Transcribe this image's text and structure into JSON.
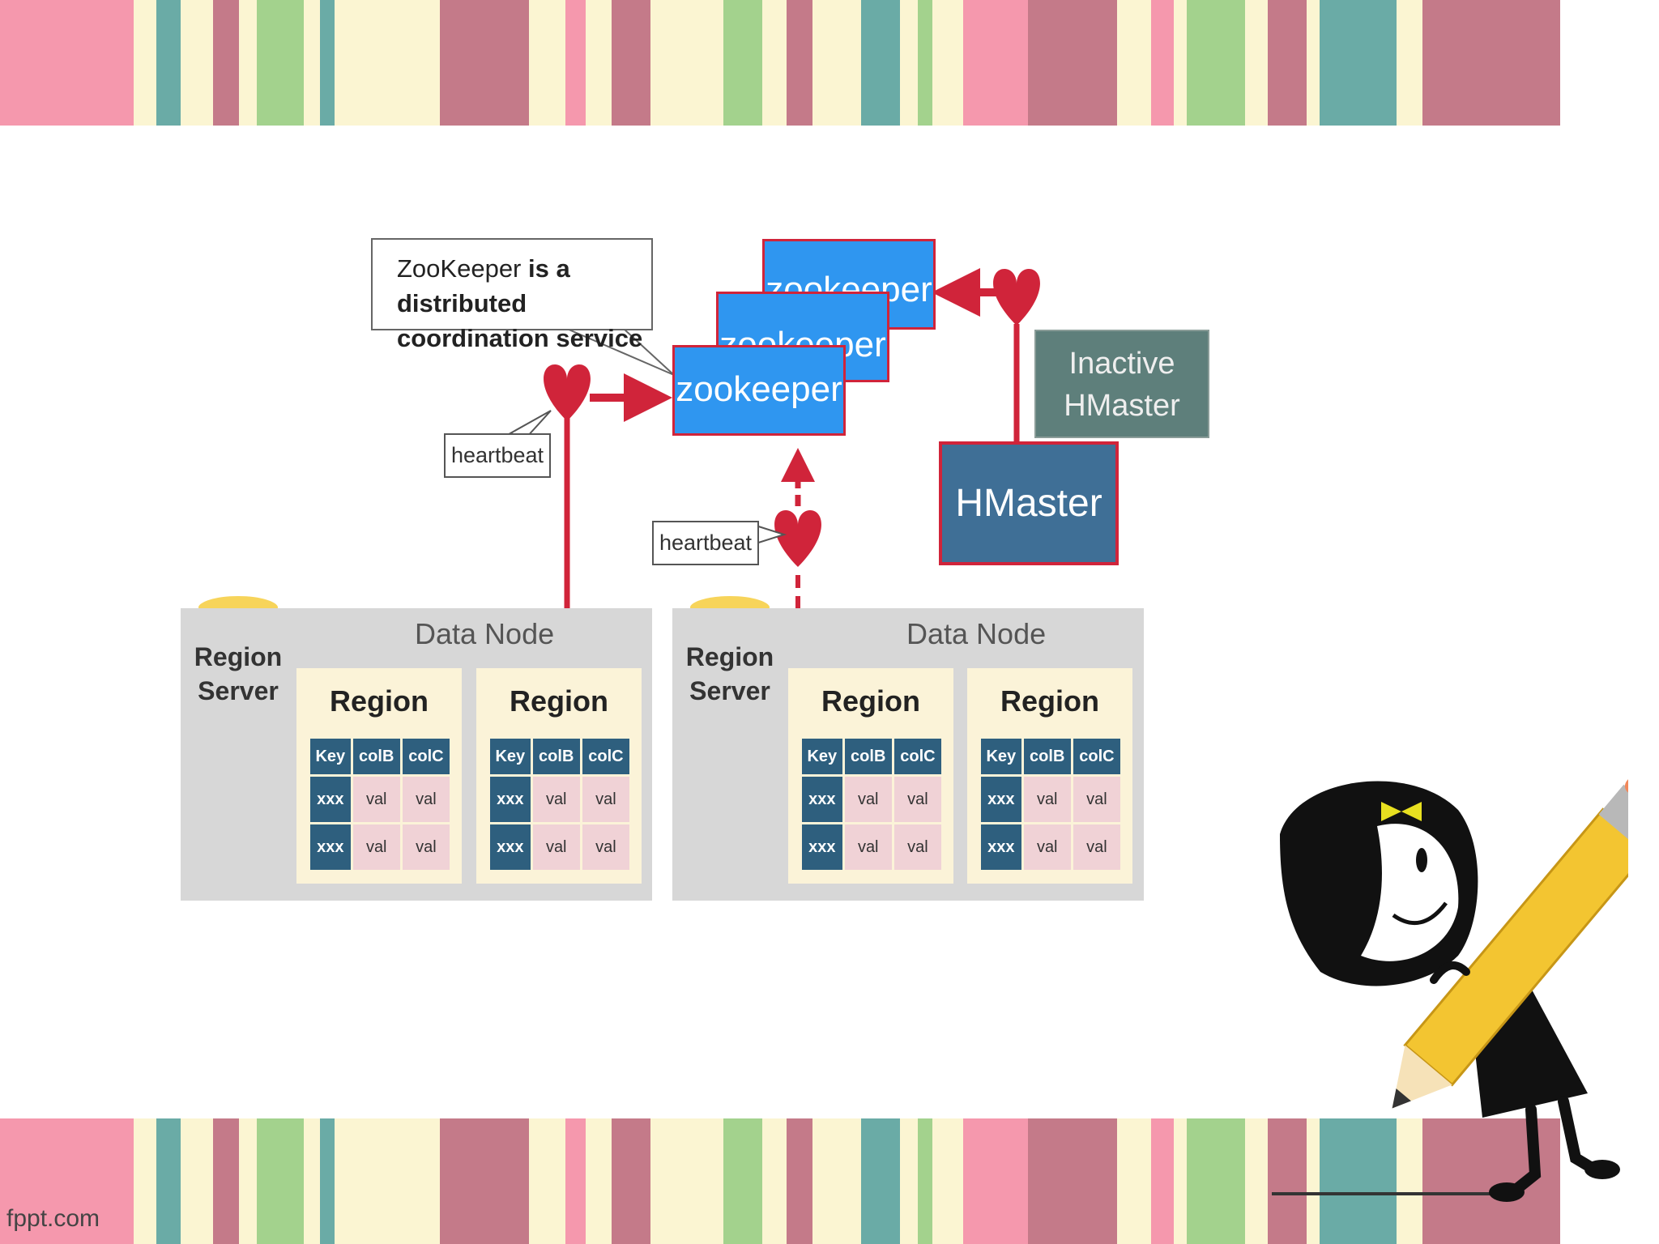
{
  "footer": {
    "credit": "fppt.com"
  },
  "callout": {
    "line1_prefix": "ZooKeeper",
    "line1_suffix": " is a distributed",
    "line2": "coordination service"
  },
  "zookeepers": [
    "zookeeper",
    "zookeeper",
    "zookeeper"
  ],
  "heartbeat_labels": [
    "heartbeat",
    "heartbeat"
  ],
  "inactive_hmaster": {
    "line1": "Inactive",
    "line2": "HMaster"
  },
  "hmaster": {
    "label": "HMaster"
  },
  "data_nodes": [
    {
      "label": "Data Node",
      "region_server": [
        "Region",
        "Server"
      ],
      "regions": [
        {
          "title": "Region",
          "headers": [
            "Key",
            "colB",
            "colC"
          ],
          "rows": [
            [
              "xxx",
              "val",
              "val"
            ],
            [
              "xxx",
              "val",
              "val"
            ]
          ]
        },
        {
          "title": "Region",
          "headers": [
            "Key",
            "colB",
            "colC"
          ],
          "rows": [
            [
              "xxx",
              "val",
              "val"
            ],
            [
              "xxx",
              "val",
              "val"
            ]
          ]
        }
      ]
    },
    {
      "label": "Data Node",
      "region_server": [
        "Region",
        "Server"
      ],
      "regions": [
        {
          "title": "Region",
          "headers": [
            "Key",
            "colB",
            "colC"
          ],
          "rows": [
            [
              "xxx",
              "val",
              "val"
            ],
            [
              "xxx",
              "val",
              "val"
            ]
          ]
        },
        {
          "title": "Region",
          "headers": [
            "Key",
            "colB",
            "colC"
          ],
          "rows": [
            [
              "xxx",
              "val",
              "val"
            ],
            [
              "xxx",
              "val",
              "val"
            ]
          ]
        }
      ]
    }
  ],
  "colors": {
    "arrow": "#d0243a",
    "zookeeper_fill": "#2f96f0",
    "hmaster_fill": "#3f6f96",
    "inactive_fill": "#5e7f7b",
    "table_head": "#2e5f7e",
    "cell_val": "#f0d2d6",
    "region_bg": "#fbf3d8",
    "datanode_bg": "#d7d7d7",
    "cylinder": "#f3c531"
  },
  "decor": {
    "stripe_colors": [
      "#f598ad",
      "#fbf5d2",
      "#6aaba6",
      "#fbf5d2",
      "#c47a89",
      "#a3d28d",
      "#fbf5d2",
      "#6aaba6",
      "#fbf5d2"
    ],
    "illustration": "girl-with-pencil-icon"
  }
}
